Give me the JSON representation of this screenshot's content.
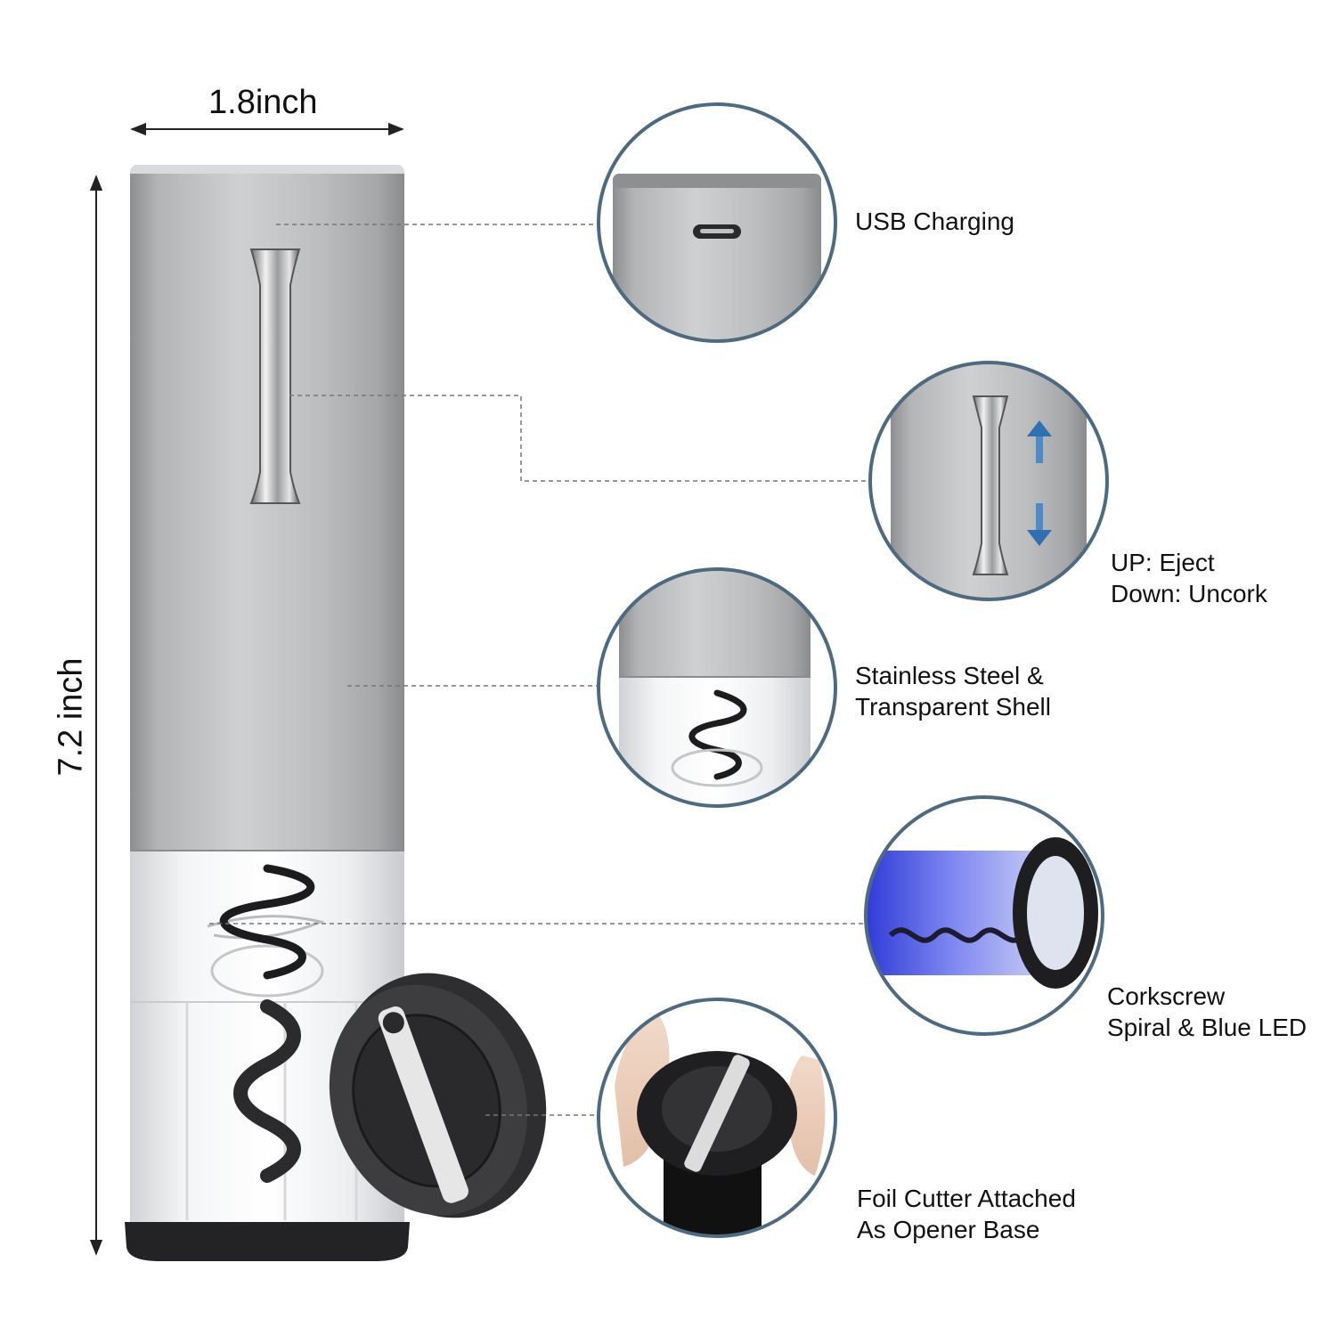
{
  "dimensions": {
    "width": "1.8inch",
    "height": "7.2 inch"
  },
  "callouts": {
    "usb": {
      "line1": "USB Charging"
    },
    "button": {
      "line1": "UP: Eject",
      "line2": "Down: Uncork"
    },
    "shell": {
      "line1": "Stainless Steel &",
      "line2": "Transparent Shell"
    },
    "spiral": {
      "line1": "Corkscrew",
      "line2": "Spiral & Blue LED"
    },
    "foil": {
      "line1": "Foil Cutter Attached",
      "line2": "As Opener Base"
    }
  },
  "colors": {
    "circle_border": "#4e6a80",
    "steel": "#b8b9bb",
    "led_blue": "#4a52d8",
    "base_black": "#2a2a2c"
  },
  "icons": [
    "arrow-up-icon",
    "arrow-down-icon",
    "usb-c-port-icon"
  ]
}
